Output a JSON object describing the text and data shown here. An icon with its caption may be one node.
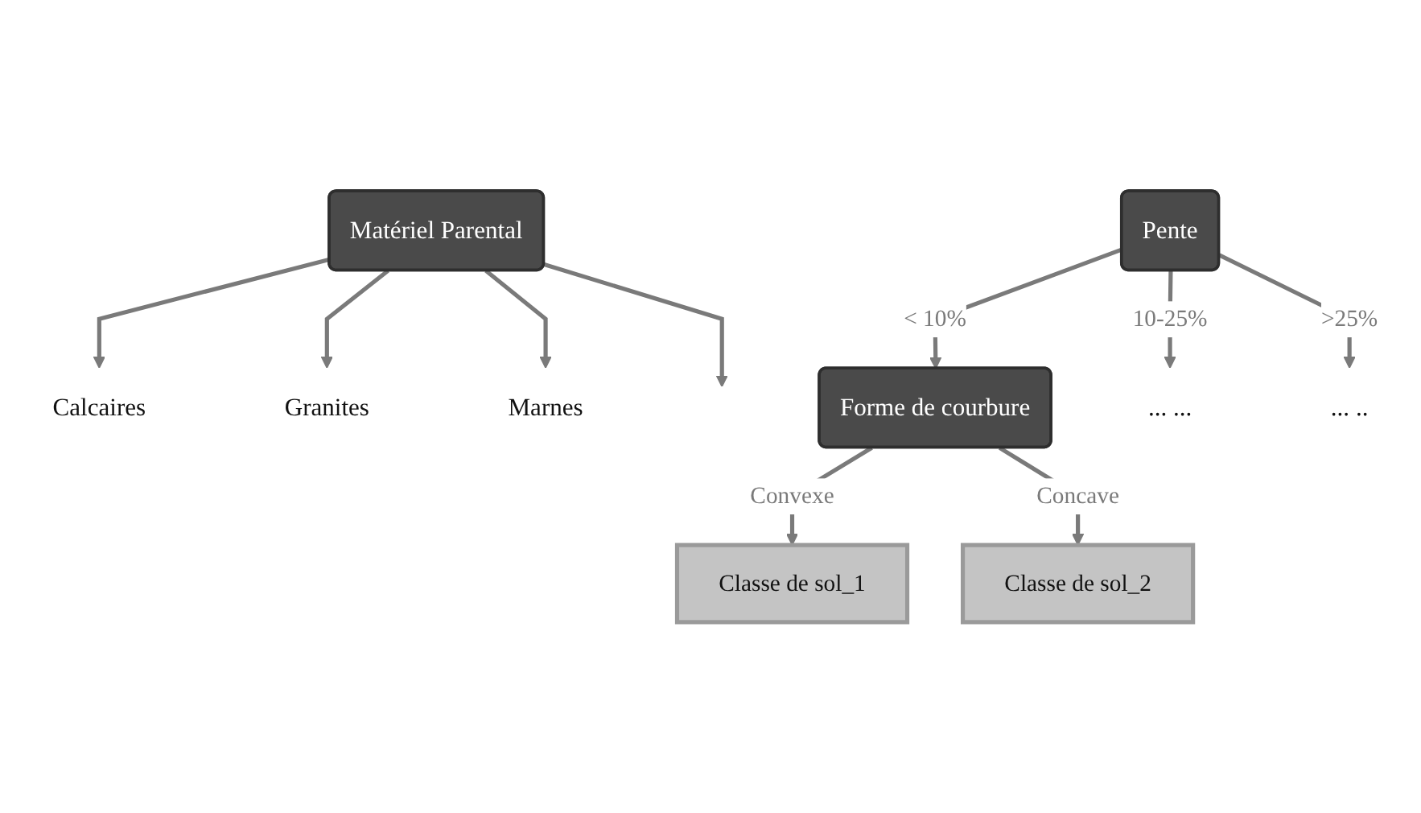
{
  "diagram": {
    "nodes": [
      {
        "text": [
          "Matériel Parental"
        ]
      },
      {
        "text": [
          "Calcaires"
        ]
      },
      {
        "text": [
          "Granites"
        ]
      },
      {
        "text": [
          "Marnes"
        ]
      },
      {
        "text": [
          "Pente"
        ]
      },
      {
        "text": [
          "Forme de courbure"
        ]
      },
      {
        "text": [
          "... ..."
        ]
      },
      {
        "text": [
          "... .."
        ]
      },
      {
        "text": [
          "Classe de sol_1"
        ]
      },
      {
        "text": [
          "Classe de sol_2"
        ]
      }
    ],
    "edges": [
      {
        "from": 0,
        "to": 1,
        "arrow": "to"
      },
      {
        "from": 0,
        "to": 2,
        "arrow": "to"
      },
      {
        "from": 0,
        "to": 3,
        "arrow": "to"
      },
      {
        "from": 0,
        "to": null,
        "arrow": "to"
      },
      {
        "from": 4,
        "to": 5,
        "label": "< 10%",
        "arrow": "to"
      },
      {
        "from": 4,
        "to": 6,
        "label": "10-25%",
        "arrow": "to"
      },
      {
        "from": 4,
        "to": 7,
        "label": ">25%",
        "arrow": "to"
      },
      {
        "from": 5,
        "to": 8,
        "label": "Convexe",
        "arrow": "to"
      },
      {
        "from": 5,
        "to": 9,
        "label": "Concave",
        "arrow": "to"
      }
    ]
  }
}
